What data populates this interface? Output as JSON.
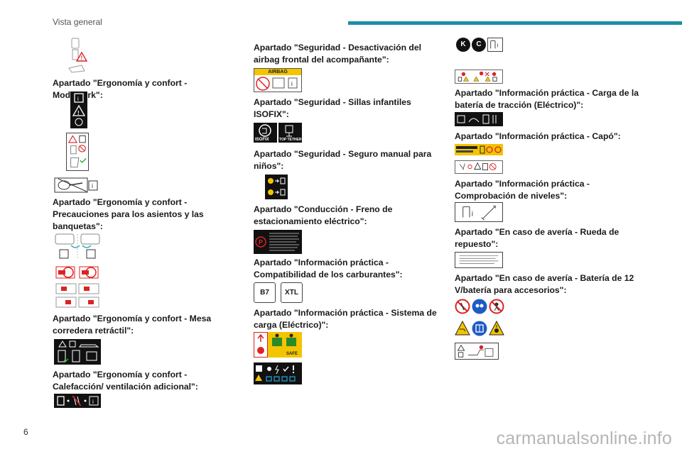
{
  "header": {
    "title": "Vista general",
    "accent_color": "#1e8fa3"
  },
  "page_number": "6",
  "watermark": "carmanualsonline.info",
  "col1": {
    "h1": "Apartado \"Ergonomía y confort - Moduwork\":",
    "h2": "Apartado \"Ergonomía y confort - Precauciones para los asientos y las banquetas\":",
    "h3": "Apartado \"Ergonomía y confort - Mesa corredera retráctil\":",
    "h4": "Apartado \"Ergonomía y confort - Calefacción/ ventilación adicional\":"
  },
  "col2": {
    "h1": "Apartado \"Seguridad - Desactivación del airbag frontal del acompañante\":",
    "airbag_label": "AIRBAG",
    "h2": "Apartado \"Seguridad - Sillas infantiles ISOFIX\":",
    "isofix_label": "ISOFIX",
    "top_tether_label": "TOP TETHER",
    "h3": "Apartado \"Seguridad - Seguro manual para niños\":",
    "h4": "Apartado \"Conducción - Freno de estacionamiento eléctrico\":",
    "h5": "Apartado \"Información práctica - Compatibilidad de los carburantes\":",
    "fuel_b7": "B7",
    "fuel_xtl": "XTL",
    "h6": "Apartado \"Información práctica - Sistema de carga (Eléctrico)\":",
    "safe_label": "SAFE"
  },
  "col3": {
    "key_k": "K",
    "key_c": "C",
    "h1": "Apartado \"Información práctica - Carga de la batería de tracción (Eléctrico)\":",
    "h2": "Apartado \"Información práctica - Capó\":",
    "h3": "Apartado \"Información práctica - Comprobación de niveles\":",
    "h4": "Apartado \"En caso de avería - Rueda de repuesto\":",
    "h5": "Apartado \"En caso de avería - Batería de 12 V/batería para accesorios\":"
  }
}
